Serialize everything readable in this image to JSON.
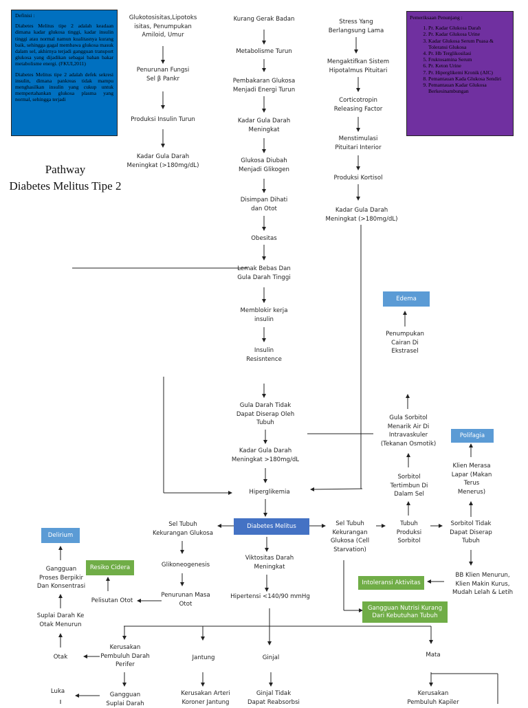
{
  "definition": {
    "heading": "Definisi :",
    "paragraphs": [
      "Diabetes Melitus tipe 2 adalah keadaan dimana kadar glukosa tinggi, kadar insulin tinggi atau normal namun kualitasnya kurang baik, sehingga gagal membawa glukosa masuk dalam sel, akhirnya terjadi gangguan transport glukosa yang dijadikan sebagai bahan bakar metabolisme energi. (FKUI,2011)",
      "Diabetes Melitus tipe 2 adalah defek sekresi insulin, dimana pankreas tidak mampu menghasilkan insulin yang cukup untuk mempertahankan glukosa plasma yang normal, sehingga terjadi"
    ]
  },
  "exams": {
    "heading": "Pemeriksaan Penunjang :",
    "items": [
      "Pr. Kadar Glukosa Darah",
      "Pr. Kadar Glukosa Urine",
      "Kadar Glukosa Serum Puasa & Toleransi Glukosa",
      "Pr. Hb Terglikosilasi",
      "Fruktosamina Serum",
      "Pr. Keton Urine",
      "Pr. Hiperglikemi Kronik (AIC)",
      "Pemantauan Kada Glukosa Sendiri",
      "Pemantauan Kadar Glukosa Berkesinambungan"
    ]
  },
  "title": {
    "line1": "Pathway",
    "line2": "Diabetes Melitus Tipe 2"
  },
  "nodes": {
    "glukotoksisitas": "Glukotosisitas,Lipotoks\nisitas, Penumpukan\nAmiloid, Umur",
    "penurunan_fungsi": "Penurunan Fungsi\nSel β Pankr",
    "produksi_insulin": "Produksi Insulin Turun",
    "kgd_left": "Kadar Gula Darah\nMeningkat (>180mg/dL)",
    "kurang_gerak": "Kurang Gerak Badan",
    "metabolisme": "Metabolisme Turun",
    "pembakaran": "Pembakaran Glukosa\nMenjadi Energi Turun",
    "kgd_center": "Kadar Gula Darah\nMeningkat",
    "glukosa_diubah": "Glukosa Diubah\nMenjadi Glikogen",
    "disimpan": "Disimpan Dihati\ndan Otot",
    "obesitas": "Obesitas",
    "lemak": "Lemak Bebas Dan\nGula Darah Tinggi",
    "memblokir": "Memblokir kerja\ninsulin",
    "insulin_res": "Insulin\nResisntence",
    "gula_tidak": "Gula Darah Tidak\nDapat Diserap Oleh\nTubuh",
    "kgd_180": "Kadar Gula Darah\nMeningkat >180mg/dL",
    "hiperglikemia": "Hiperglikemia",
    "stress": "Stress Yang\nBerlangsung Lama",
    "mengaktifkan": "Mengaktifkan Sistem\nHipotalmus Pituitari",
    "corticotropin": "Corticotropin\nReleasing Factor",
    "menstimulasi": "Menstimulasi\nPituitari Interior",
    "kortisol": "Produksi Kortisol",
    "kgd_right": "Kadar Gula Darah\nMeningkat (>180mg/dL)",
    "penumpukan": "Penumpukan\nCairan Di\nEkstrasel",
    "gula_sorbitol": "Gula Sorbitol\nMenarik Air Di\nIntravaskuler\n(Tekanan Osmotik)",
    "sorbitol_tertimbun": "Sorbitol\nTertimbun Di\nDalam Sel",
    "klien_lapar": "Klien Merasa\nLapar (Makan\nTerus\nMenerus)",
    "sel_tubuh_left": "Sel Tubuh\nKekurangan Glukosa",
    "glikoneogenesis": "Glikoneogenesis",
    "penurunan_masa": "Penurunan Masa\nOtot",
    "pelisutan": "Pelisutan Otot",
    "viktositas": "Viktositas Darah\nMeningkat",
    "hipertensi": "Hipertensi <140/90 mmHg",
    "sel_tubuh_right": "Sel Tubuh\nKekurangan\nGlukosa (Cell\nStarvation)",
    "tubuh_sorbitol": "Tubuh\nProduksi\nSorbitol",
    "sorbitol_tidak": "Sorbitol Tidak\nDapat Diserap\nTubuh",
    "bb_klien": "BB Klien Menurun,\nKlien Makin Kurus,\nMudah Lelah & Letih",
    "gangguan_proses": "Gangguan\nProses Berpikir\nDan Konsentrasi",
    "suplai_otak": "Suplai Darah Ke\nOtak Menurun",
    "otak": "Otak",
    "kerusakan_perifer": "Kerusakan\nPembuluh Darah\nPerifer",
    "jantung": "Jantung",
    "ginjal": "Ginjal",
    "mata": "Mata",
    "luka": "Luka",
    "gangguan_suplai": "Gangguan\nSuplai Darah",
    "kerusakan_arteri": "Kerusakan Arteri\nKoroner Jantung",
    "ginjal_tidak": "Ginjal Tidak\nDapat Reabsorbsi",
    "kerusakan_kapiler": "Kerusakan\nPembuluh Kapiler"
  },
  "diagnoses": {
    "edema": "Edema",
    "polifagia": "Polifagia",
    "delirium": "Delirium",
    "resiko_cidera": "Resiko Cidera",
    "diabetes_melitus": "Diabetes Melitus",
    "intoleransi": "Intoleransi Aktivitas",
    "gangguan_nutrisi": "Gangguan Nutrisi Kurang\nDari Kebutuhan Tubuh"
  },
  "colors": {
    "definition_bg": "#0070c0",
    "exams_bg": "#7030a0",
    "diagnosis_blue": "#5b9bd5",
    "diagnosis_green": "#70ad47",
    "diabetes_box": "#4472c4"
  }
}
